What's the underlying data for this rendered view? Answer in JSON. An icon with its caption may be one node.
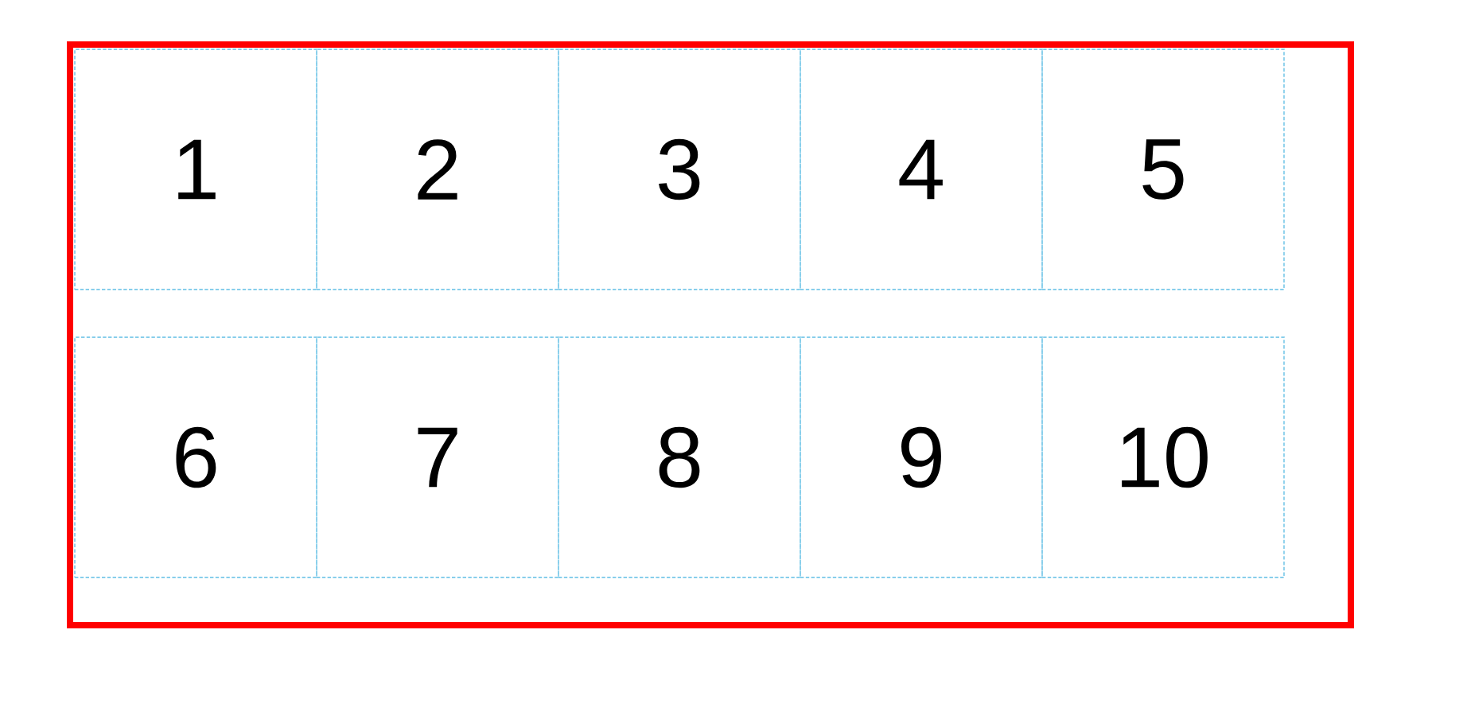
{
  "diagram": {
    "nodes": [
      {
        "text": [],
        "shape": "box"
      },
      {
        "text": [
          "1"
        ],
        "in": 0
      },
      {
        "text": [
          "2"
        ],
        "in": 0
      },
      {
        "text": [
          "3"
        ],
        "in": 0
      },
      {
        "text": [
          "4"
        ],
        "in": 0
      },
      {
        "text": [
          "5"
        ],
        "in": 0
      },
      {
        "text": [
          "6"
        ],
        "in": 0
      },
      {
        "text": [
          "7"
        ],
        "in": 0
      },
      {
        "text": [
          "8"
        ],
        "in": 0
      },
      {
        "text": [
          "9"
        ],
        "in": 0
      },
      {
        "text": [
          "10"
        ],
        "in": 0
      }
    ]
  }
}
